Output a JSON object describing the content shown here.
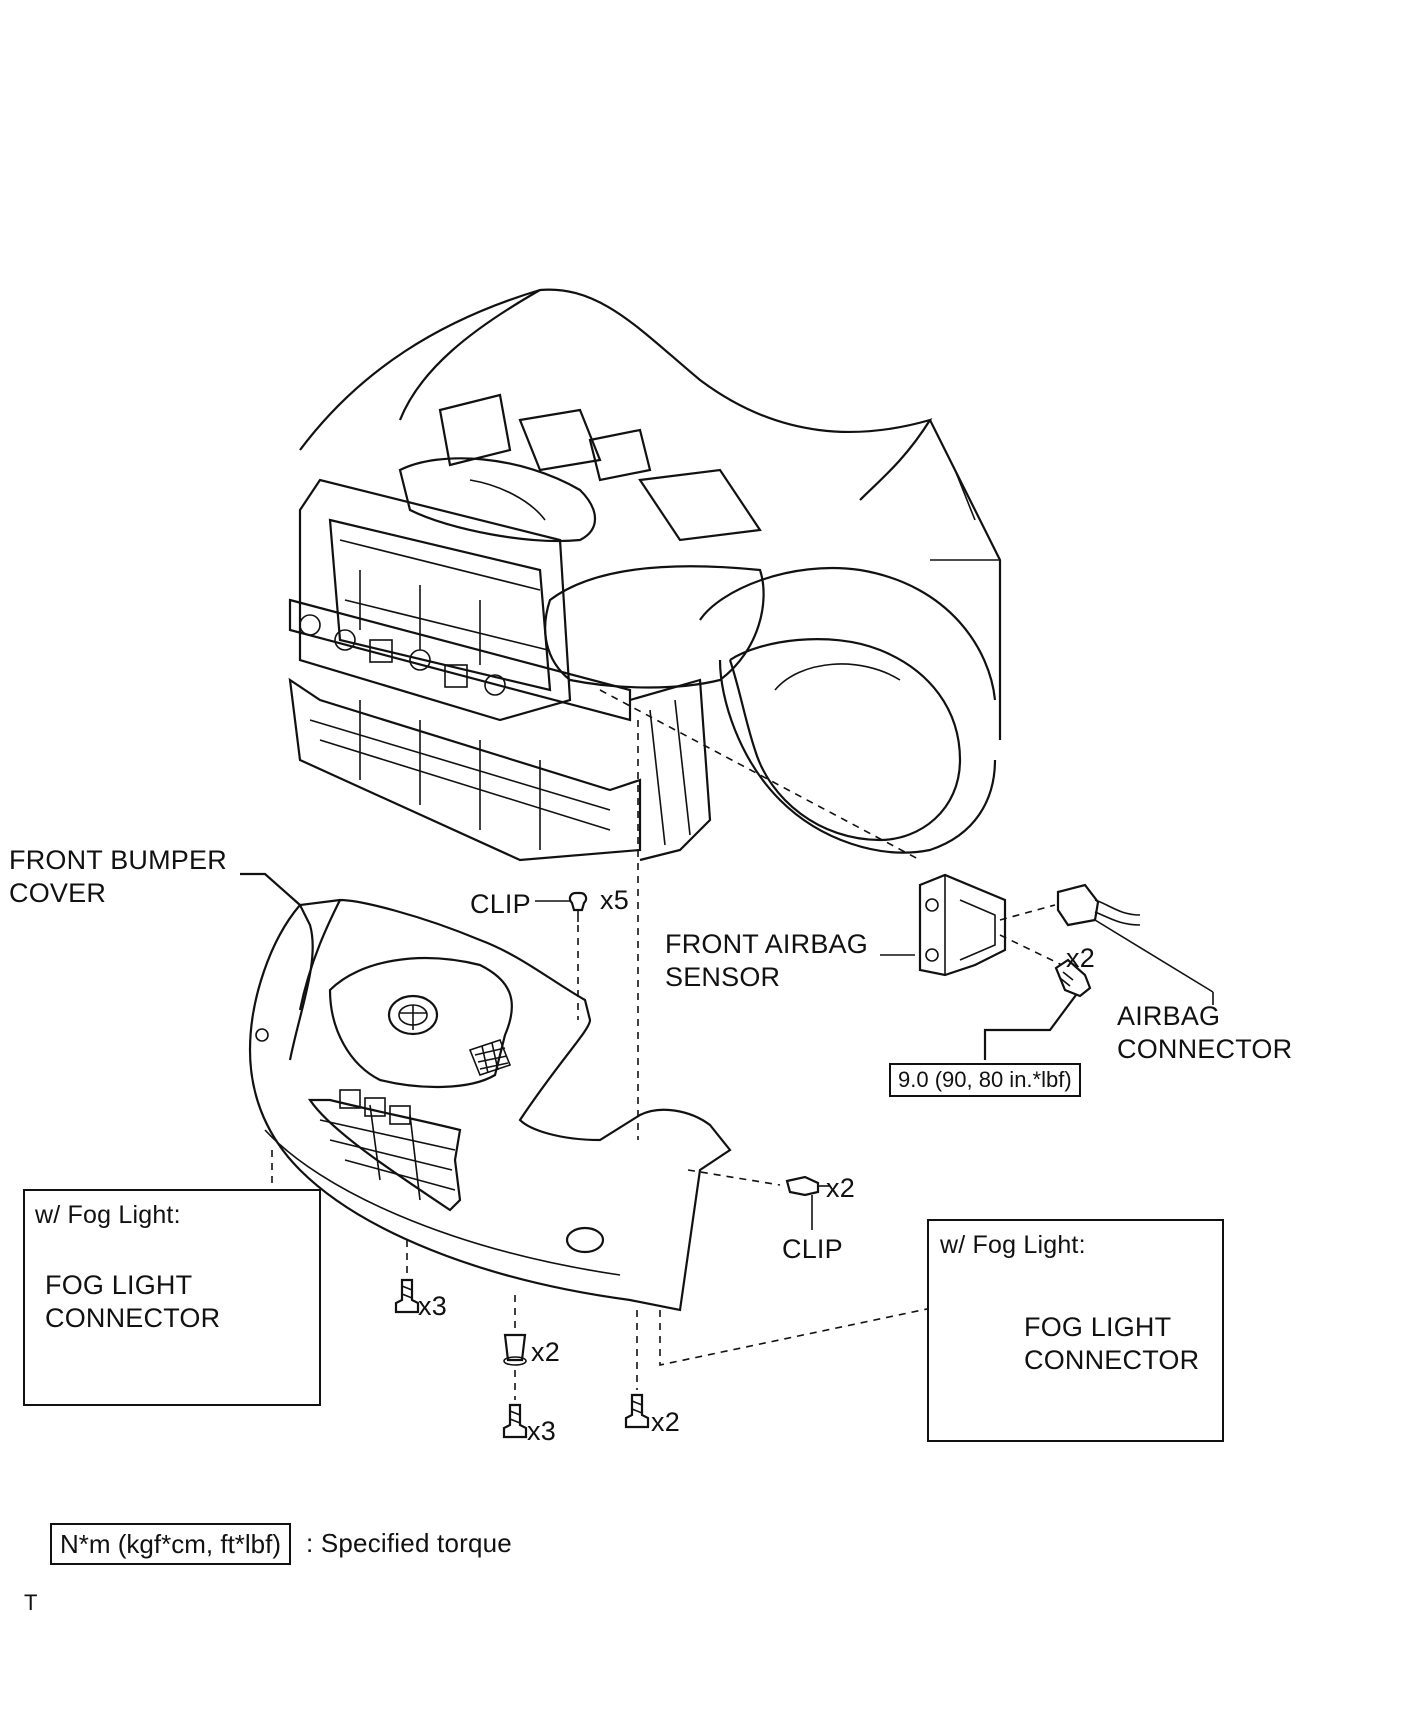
{
  "labels": {
    "front_bumper_cover": "FRONT BUMPER\nCOVER",
    "clip_top": "CLIP",
    "clip_top_qty": "x5",
    "front_airbag_sensor": "FRONT AIRBAG\nSENSOR",
    "airbag_bolt_qty": "x2",
    "airbag_connector": "AIRBAG\nCONNECTOR",
    "airbag_torque": "9.0 (90, 80 in.*lbf)",
    "clip_side_qty": "x2",
    "clip_side": "CLIP",
    "screw_left_qty": "x3",
    "pin_qty": "x2",
    "screw_bottom_left_qty": "x3",
    "screw_bottom_right_qty": "x2"
  },
  "fog_left": {
    "title": "w/ Fog Light:",
    "connector": "FOG LIGHT\nCONNECTOR"
  },
  "fog_right": {
    "title": "w/ Fog Light:",
    "connector": "FOG LIGHT\nCONNECTOR"
  },
  "legend": {
    "units": "N*m (kgf*cm, ft*lbf)",
    "text": ": Specified torque"
  },
  "footer_mark": "T",
  "icons": [
    "car-front-drawing",
    "bumper-cover-drawing",
    "airbag-sensor-drawing",
    "airbag-connector-plug",
    "clip-fastener",
    "screw-fastener",
    "fog-light-connector-plug"
  ]
}
